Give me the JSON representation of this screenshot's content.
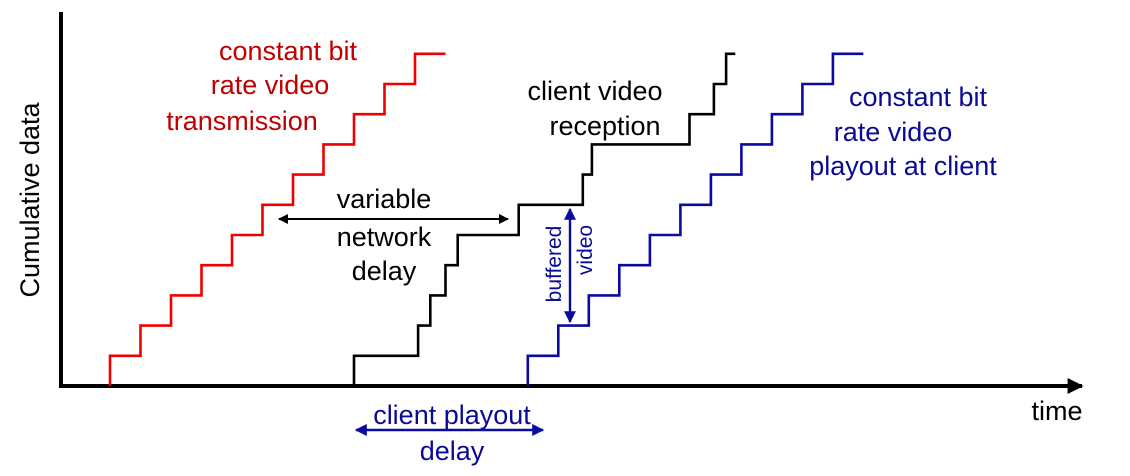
{
  "colors": {
    "transmission": "#ee0000",
    "transmission_text": "#c00000",
    "reception": "#000000",
    "playout": "#0a0aa0",
    "playout_text": "#0a0a96",
    "axis": "#000000"
  },
  "axes": {
    "ylabel": "Cumulative data",
    "xlabel": "time"
  },
  "labels": {
    "transmission": [
      "constant bit",
      "rate video",
      "transmission"
    ],
    "reception": [
      "client video",
      "reception"
    ],
    "playout": [
      "constant bit",
      "rate video",
      "playout at client"
    ],
    "network_delay": [
      "variable",
      "network",
      "delay"
    ],
    "buffered": [
      "buffered",
      "video"
    ],
    "playout_delay": [
      "client playout",
      "delay"
    ]
  },
  "chart_data": {
    "type": "line",
    "title": "",
    "xlabel": "time",
    "ylabel": "Cumulative data",
    "grid": false,
    "units": "relative (x in time steps, y in data blocks)",
    "series": [
      {
        "name": "constant bit rate video transmission",
        "step": true,
        "points": [
          [
            0,
            0
          ],
          [
            0,
            1
          ],
          [
            1,
            1
          ],
          [
            1,
            2
          ],
          [
            2,
            2
          ],
          [
            2,
            3
          ],
          [
            3,
            3
          ],
          [
            3,
            4
          ],
          [
            4,
            4
          ],
          [
            4,
            5
          ],
          [
            5,
            5
          ],
          [
            5,
            6
          ],
          [
            6,
            6
          ],
          [
            6,
            7
          ],
          [
            7,
            7
          ],
          [
            7,
            8
          ],
          [
            8,
            8
          ],
          [
            8,
            9
          ],
          [
            9,
            9
          ],
          [
            9,
            10
          ],
          [
            10,
            10
          ],
          [
            10,
            11
          ],
          [
            11,
            11
          ]
        ]
      },
      {
        "name": "client video reception",
        "step": true,
        "points": [
          [
            8,
            0
          ],
          [
            8,
            1
          ],
          [
            10.1,
            1
          ],
          [
            10.1,
            2
          ],
          [
            10.5,
            2
          ],
          [
            10.5,
            3
          ],
          [
            11,
            3
          ],
          [
            11,
            4
          ],
          [
            11.4,
            4
          ],
          [
            11.4,
            5
          ],
          [
            13.4,
            5
          ],
          [
            13.4,
            6
          ],
          [
            15.5,
            6
          ],
          [
            15.5,
            7
          ],
          [
            15.8,
            7
          ],
          [
            15.8,
            8
          ],
          [
            19,
            8
          ],
          [
            19,
            9
          ],
          [
            19.8,
            9
          ],
          [
            19.8,
            10
          ],
          [
            20.2,
            10
          ],
          [
            20.2,
            11
          ],
          [
            20.5,
            11
          ]
        ]
      },
      {
        "name": "constant bit rate video playout at client",
        "step": true,
        "points": [
          [
            13.7,
            0
          ],
          [
            13.7,
            1
          ],
          [
            14.7,
            1
          ],
          [
            14.7,
            2
          ],
          [
            15.7,
            2
          ],
          [
            15.7,
            3
          ],
          [
            16.7,
            3
          ],
          [
            16.7,
            4
          ],
          [
            17.7,
            4
          ],
          [
            17.7,
            5
          ],
          [
            18.7,
            5
          ],
          [
            18.7,
            6
          ],
          [
            19.7,
            6
          ],
          [
            19.7,
            7
          ],
          [
            20.7,
            7
          ],
          [
            20.7,
            8
          ],
          [
            21.7,
            8
          ],
          [
            21.7,
            9
          ],
          [
            22.7,
            9
          ],
          [
            22.7,
            10
          ],
          [
            23.7,
            10
          ],
          [
            23.7,
            11
          ],
          [
            24.7,
            11
          ]
        ]
      }
    ],
    "annotations": [
      {
        "text": "variable network delay",
        "type": "double-arrow-horizontal"
      },
      {
        "text": "buffered video",
        "type": "double-arrow-vertical"
      },
      {
        "text": "client playout delay",
        "type": "double-arrow-horizontal"
      }
    ]
  }
}
